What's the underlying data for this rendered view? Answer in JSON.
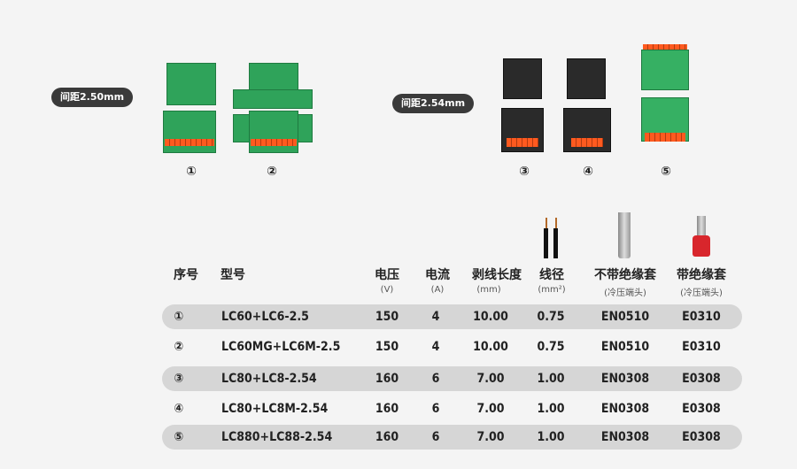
{
  "labels": {
    "pitch_250": "间距2.50mm",
    "pitch_254": "间距2.54mm"
  },
  "product_numbers": [
    "①",
    "②",
    "③",
    "④",
    "⑤"
  ],
  "table": {
    "headers": [
      {
        "title": "序号",
        "unit": ""
      },
      {
        "title": "型号",
        "unit": ""
      },
      {
        "title": "电压",
        "unit": "(V)"
      },
      {
        "title": "电流",
        "unit": "(A)"
      },
      {
        "title": "剥线长度",
        "unit": "(mm)"
      },
      {
        "title": "线径",
        "unit": "(mm²)"
      },
      {
        "title": "不带绝缘套",
        "unit": "(冷压端头)"
      },
      {
        "title": "带绝缘套",
        "unit": "(冷压端头)"
      }
    ],
    "rows": [
      [
        "①",
        "LC60+LC6-2.5",
        "150",
        "4",
        "10.00",
        "0.75",
        "EN0510",
        "E0310"
      ],
      [
        "②",
        "LC60MG+LC6M-2.5",
        "150",
        "4",
        "10.00",
        "0.75",
        "EN0510",
        "E0310"
      ],
      [
        "③",
        "LC80+LC8-2.54",
        "160",
        "6",
        "7.00",
        "1.00",
        "EN0308",
        "E0308"
      ],
      [
        "④",
        "LC80+LC8M-2.54",
        "160",
        "6",
        "7.00",
        "1.00",
        "EN0308",
        "E0308"
      ],
      [
        "⑤",
        "LC880+LC88-2.54",
        "160",
        "6",
        "7.00",
        "1.00",
        "EN0308",
        "E0308"
      ]
    ]
  },
  "colors": {
    "pill_bg": "#3a3a3a",
    "row_shade": "#d6d6d6",
    "connector_green": "#2fa35a",
    "push_button_orange": "#ff5a1f"
  }
}
